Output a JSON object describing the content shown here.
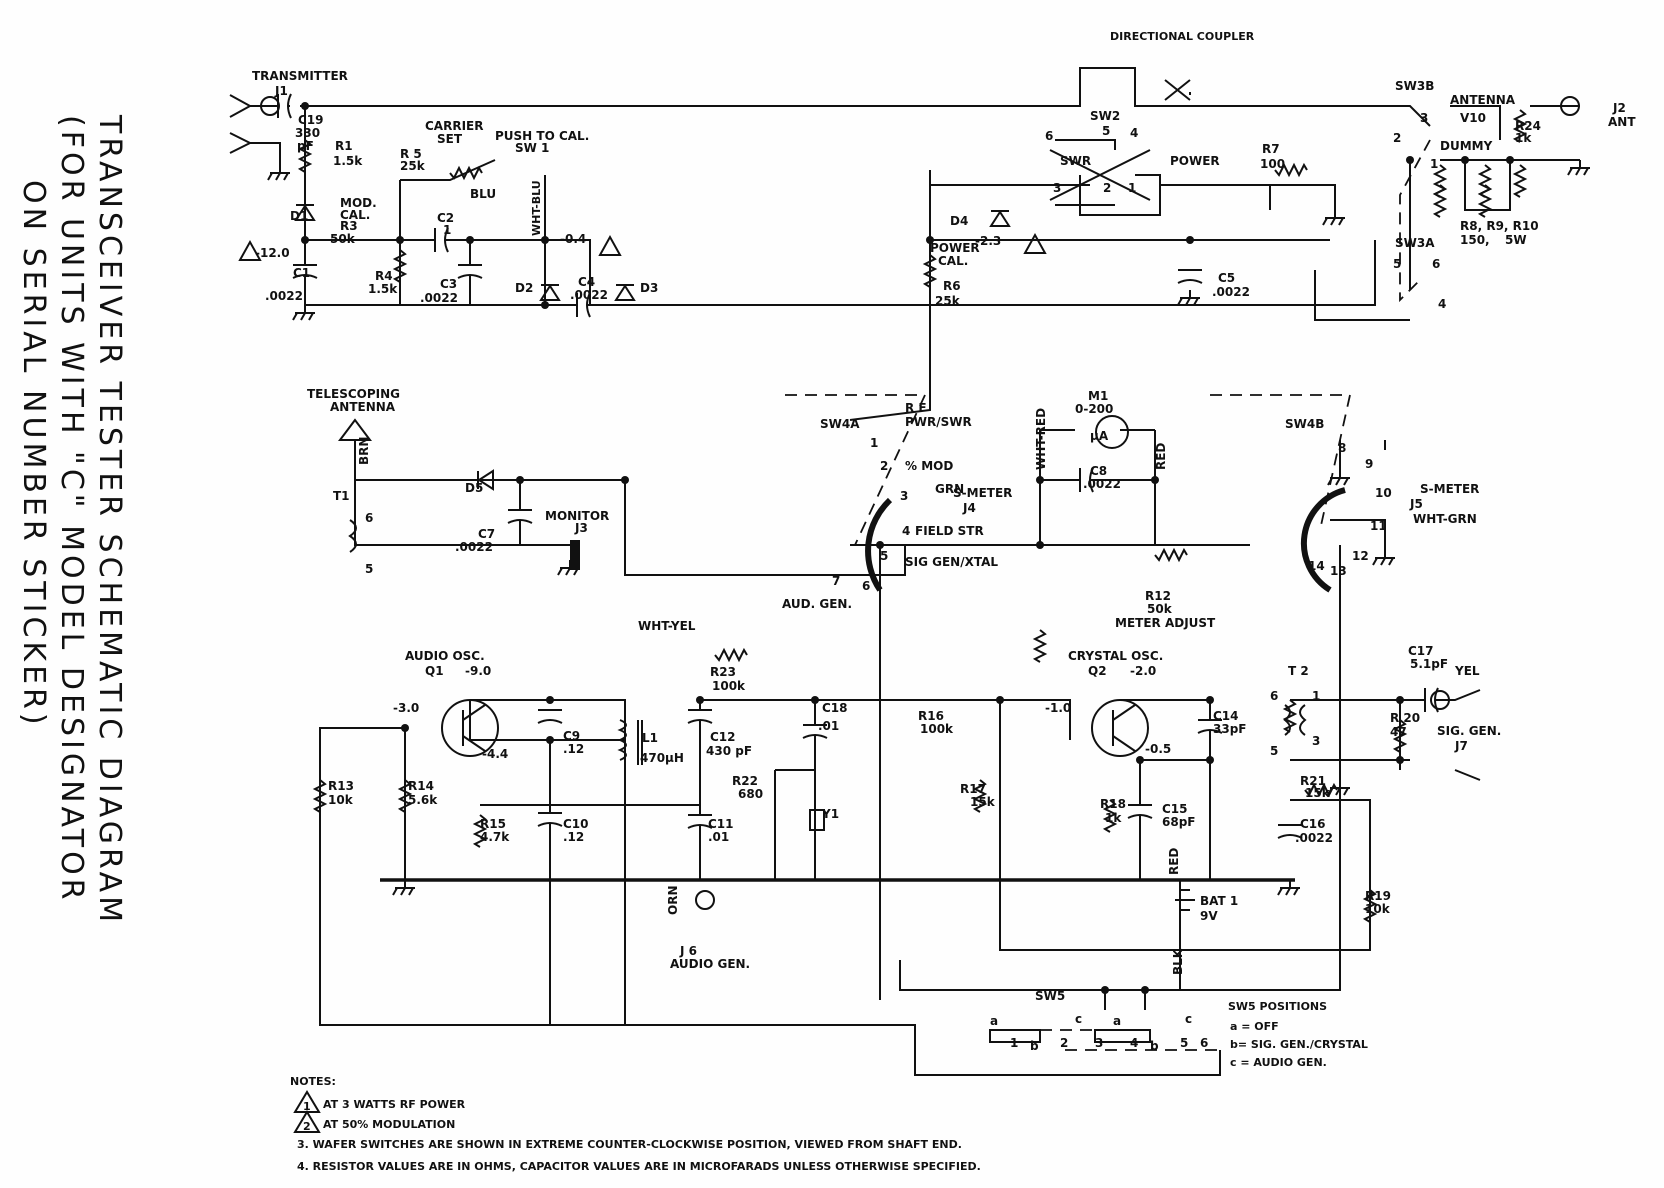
{
  "title": {
    "line1": "TRANSCEIVER TESTER SCHEMATIC DIAGRAM",
    "line2": "(FOR UNITS WITH \"C\" MODEL DESIGNATOR",
    "line3": "ON SERIAL NUMBER STICKER)"
  },
  "labels": {
    "transmitter": "TRANSMITTER",
    "j1": "J1",
    "c19": "C19",
    "c19v": "330",
    "c19u": "pF",
    "r1": "R1",
    "r1v": "1.5k",
    "carrier": "CARRIER",
    "set": "SET",
    "push": "PUSH TO CAL.",
    "sw1": "SW 1",
    "r5": "R 5",
    "r5v": "25k",
    "blu": "BLU",
    "whtblu": "WHT-BLU",
    "mod": "MOD.",
    "cal": "CAL.",
    "d1": "D1",
    "r3": "R3",
    "r3v": "50k",
    "c2": "C2",
    "c2v": "1",
    "v120": "-12.0",
    "v04": "-0.4",
    "c1": "C1",
    "c1v": ".0022",
    "r4": "R4",
    "r4v": "1.5k",
    "c3": "C3",
    "c3v": ".0022",
    "d2": "D2",
    "c4": "C4",
    "c4v": ".0022",
    "d3": "D3",
    "dircoupler": "DIRECTIONAL COUPLER",
    "sw2": "SW2",
    "swr": "SWR",
    "power": "POWER",
    "p6": "6",
    "p5": "5",
    "p4": "4",
    "p3": "3",
    "p2": "2",
    "p1": "1",
    "r7": "R7",
    "r7v": "100",
    "d4": "D4",
    "v23": "-2.3",
    "powercal1": "POWER",
    "powercal2": "CAL.",
    "r6": "R6",
    "r6v": "25k",
    "c5": "C5",
    "c5v": ".0022",
    "sw3b": "SW3B",
    "antenna": "ANTENNA",
    "v10": "V10",
    "sw3b3": "3",
    "sw3b2": "2",
    "sw3b1": "1",
    "dummy": "DUMMY",
    "r24": "R24",
    "r24v": "1k",
    "j2": "J2",
    "ant": "ANT",
    "r8": "R8, R9, R10",
    "r8v": "150,",
    "r8w": "5W",
    "sw3a": "SW3A",
    "sw3a5": "5",
    "sw3a6": "6",
    "sw3a4": "4",
    "telescoping": "TELESCOPING",
    "antenna2": "ANTENNA",
    "brn": "BRN",
    "t1": "T1",
    "t1p6": "6",
    "t1p5": "5",
    "d5": "D5",
    "c7": "C7",
    "c7v": ".0022",
    "monitor": "MONITOR",
    "j3": "J3",
    "whtyel": "WHT-YEL",
    "sw4a": "SW4A",
    "rf": "R F",
    "pwrswr": "PWR/SWR",
    "s1": "1",
    "s2": "2",
    "pmod": "% MOD",
    "s3": "3",
    "grn": "GRN",
    "smeter": "S-METER",
    "j4": "J4",
    "s4": "4",
    "fieldstr": "FIELD STR",
    "s5": "5",
    "siggen": "SIG GEN/XTAL",
    "s6": "6",
    "s7": "7",
    "audgen": "AUD. GEN.",
    "m1": "M1",
    "m1v": "0-200",
    "ua": "µA",
    "whtred": "WHT-RED",
    "red": "RED",
    "c8": "C8",
    "c8v": ".0022",
    "r12": "R12",
    "r12v": "50k",
    "meteradj": "METER ADJUST",
    "sw4b": "SW4B",
    "s8": "8",
    "s9": "9",
    "s10": "10",
    "s11": "11",
    "s12": "12",
    "s13": "13",
    "s14": "14",
    "smeter2": "S-METER",
    "j5": "J5",
    "whtgrn": "WHT-GRN",
    "audioosc": "AUDIO OSC.",
    "q1": "Q1",
    "v90": "-9.0",
    "v30": "-3.0",
    "v44": "-4.4",
    "c9": "C9",
    "c9v": ".12",
    "l1": "L1",
    "l1v": "470µH",
    "r23": "R23",
    "r23v": "100k",
    "c12": "C12",
    "c12v": "430 pF",
    "c18": "C18",
    "c18v": ".01",
    "r22": "R22",
    "r22v": "680",
    "y1": "Y1",
    "r13": "R13",
    "r13v": "10k",
    "r14": "R14",
    "r14v": "5.6k",
    "r15": "R15",
    "r15v": "4.7k",
    "c10": "C10",
    "c10v": ".12",
    "c11": "C11",
    "c11v": ".01",
    "orn": "ORN",
    "j6": "J 6",
    "audiogen": "AUDIO GEN.",
    "r16": "R16",
    "r16v": "100k",
    "r17": "R17",
    "r17v": "15k",
    "crystalosc": "CRYSTAL OSC.",
    "q2": "Q2",
    "v20": "-2.0",
    "v10b": "-1.0",
    "v05": "-0.5",
    "c14": "C14",
    "c14v": "33pF",
    "c15": "C15",
    "c15v": "68pF",
    "r18": "R18",
    "r18v": "1k",
    "t2": "T 2",
    "t2p6": "6",
    "t2p1": "1",
    "t2p5": "5",
    "t2p3": "3",
    "c17": "C17",
    "c17v": "5.1pF",
    "yel": "YEL",
    "r20": "R 20",
    "r20v": "47",
    "j7": "J7",
    "siggen2": "SIG. GEN.",
    "r21": "R21",
    "r21v": "15k",
    "c16": "C16",
    "c16v": ".0022",
    "r19": "R19",
    "r19v": "10k",
    "bat1": "BAT 1",
    "bat1v": "9V",
    "red2": "RED",
    "blk": "BLK",
    "sw5": "SW5",
    "sw5a1": "a",
    "sw5c1": "c",
    "sw5a2": "a",
    "sw5c2": "c",
    "sw5b1": "b",
    "sw5b2": "b",
    "sw5p1": "1",
    "sw5p2": "2",
    "sw5p3": "3",
    "sw5p4": "4",
    "sw5p5": "5",
    "sw5p6": "6",
    "sw5pos": "SW5 POSITIONS",
    "sw5posa": "a = OFF",
    "sw5posb": "b= SIG. GEN./CRYSTAL",
    "sw5posc": "c = AUDIO GEN.",
    "note1tri": "1",
    "note2tri": "2",
    "tri1a": "1",
    "tri2a": "2",
    "tri1b": "1"
  },
  "notes": {
    "heading": "NOTES:",
    "n1": "AT 3 WATTS RF POWER",
    "n2": "AT 50% MODULATION",
    "n3": "3.  WAFER SWITCHES ARE SHOWN IN EXTREME COUNTER-CLOCKWISE POSITION, VIEWED  FROM  SHAFT END.",
    "n4": "4.  RESISTOR  VALUES  ARE IN  OHMS, CAPACITOR VALUES ARE IN  MICROFARADS  UNLESS OTHERWISE  SPECIFIED."
  }
}
